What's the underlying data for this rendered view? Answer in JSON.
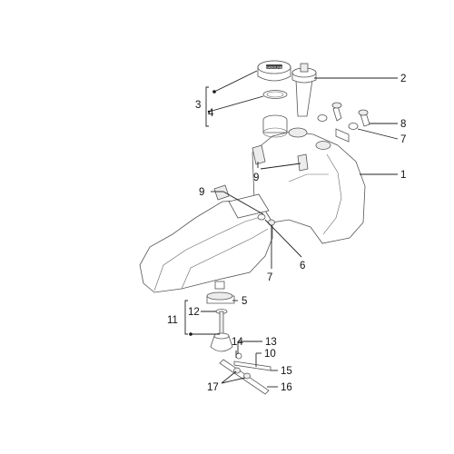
{
  "callouts": {
    "c1": "1",
    "c2": "2",
    "c3": "3",
    "c4": "4",
    "c5": "5",
    "c6": "6",
    "c7a": "7",
    "c7b": "7",
    "c8": "8",
    "c9a": "9",
    "c9b": "9",
    "c10": "10",
    "c11": "11",
    "c12": "12",
    "c13": "13",
    "c14": "14",
    "c15": "15",
    "c16": "16",
    "c17": "17"
  },
  "cap_label": "GASOLINE"
}
